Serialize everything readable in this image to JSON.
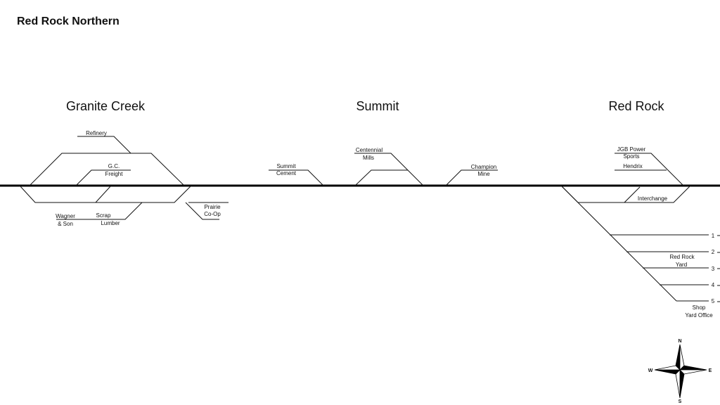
{
  "title": "Red Rock Northern",
  "towns": {
    "granite_creek": "Granite Creek",
    "summit": "Summit",
    "red_rock": "Red Rock"
  },
  "industries": {
    "refinery": "Refinery",
    "gc_freight_1": "G.C.",
    "gc_freight_2": "Freight",
    "wagner_1": "Wagner",
    "wagner_2": "& Son",
    "scrap_1": "Scrap",
    "scrap_2": "Lumber",
    "prairie_1": "Prairie",
    "prairie_2": "Co-Op",
    "summit_cement_1": "Summit",
    "summit_cement_2": "Cement",
    "centennial_1": "Centennial",
    "centennial_2": "Mills",
    "champion_1": "Champion",
    "champion_2": "Mine",
    "jgb_power": "JGB Power",
    "sports": "Sports",
    "hendrix": "Hendrix",
    "interchange": "Interchange",
    "yard_1": "Red Rock",
    "yard_2": "Yard",
    "shop_1": "Shop",
    "shop_2": "Yard Office"
  },
  "yard_tracks": [
    "1",
    "2",
    "3",
    "4",
    "5"
  ],
  "compass": {
    "n": "N",
    "e": "E",
    "s": "S",
    "w": "W"
  }
}
